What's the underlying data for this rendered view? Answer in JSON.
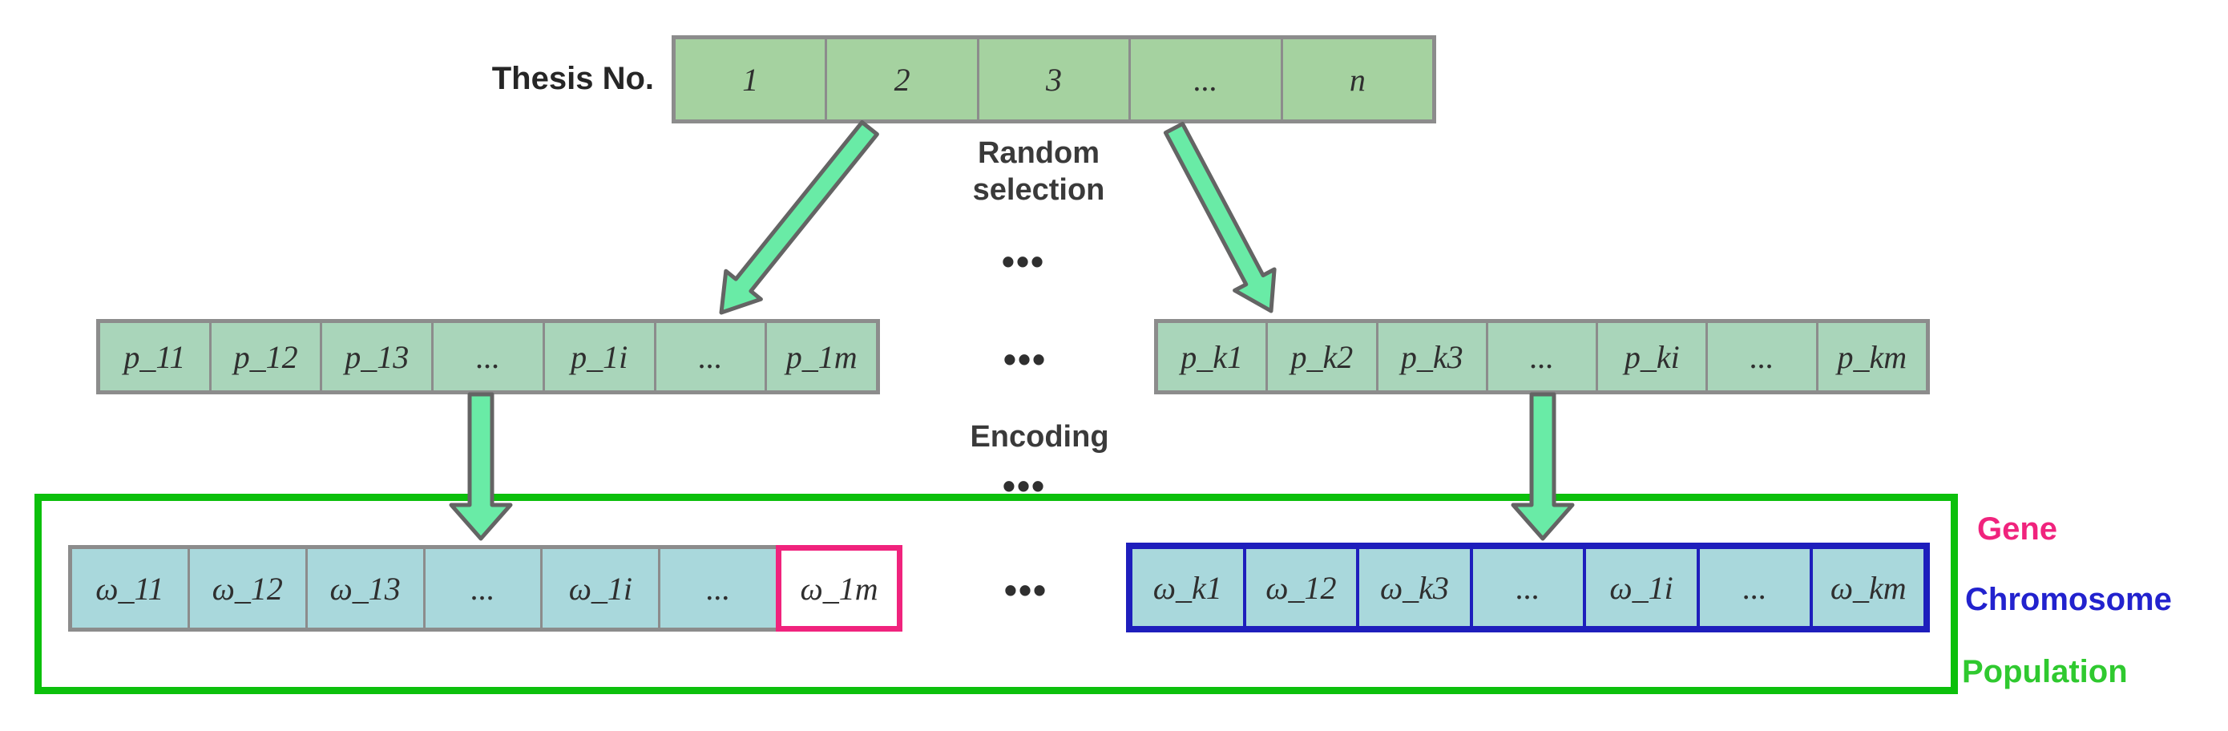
{
  "title_label": "Thesis No.",
  "process": {
    "random_selection": "Random\nselection",
    "encoding": "Encoding",
    "ellipsis": "•••"
  },
  "thesis_row": {
    "cells": [
      "1",
      "2",
      "3",
      "...",
      "n"
    ]
  },
  "selection_rows": {
    "p1": [
      "p_11",
      "p_12",
      "p_13",
      "...",
      "p_1i",
      "...",
      "p_1m"
    ],
    "pk": [
      "p_k1",
      "p_k2",
      "p_k3",
      "...",
      "p_ki",
      "...",
      "p_km"
    ]
  },
  "encoded_rows": {
    "w1": [
      "ω_11",
      "ω_12",
      "ω_13",
      "...",
      "ω_1i",
      "...",
      "ω_1m"
    ],
    "wk": [
      "ω_k1",
      "ω_12",
      "ω_k3",
      "...",
      "ω_1i",
      "...",
      "ω_km"
    ]
  },
  "legend": {
    "gene": "Gene",
    "chromosome": "Chromosome",
    "population": "Population"
  },
  "colors": {
    "thesis_fill": "#A5D2A0",
    "p_fill": "#A9D5BA",
    "omega_fill": "#A9D8DC",
    "grid_border": "#8C8C8C",
    "arrow_fill": "#69EBA6",
    "arrow_outline": "#646464",
    "gene_pink": "#F0237D",
    "chromosome_blue": "#1E1EBC",
    "population_green": "#0CC00C",
    "legend_chromosome": "#2222CE",
    "legend_population": "#2FC92F"
  }
}
